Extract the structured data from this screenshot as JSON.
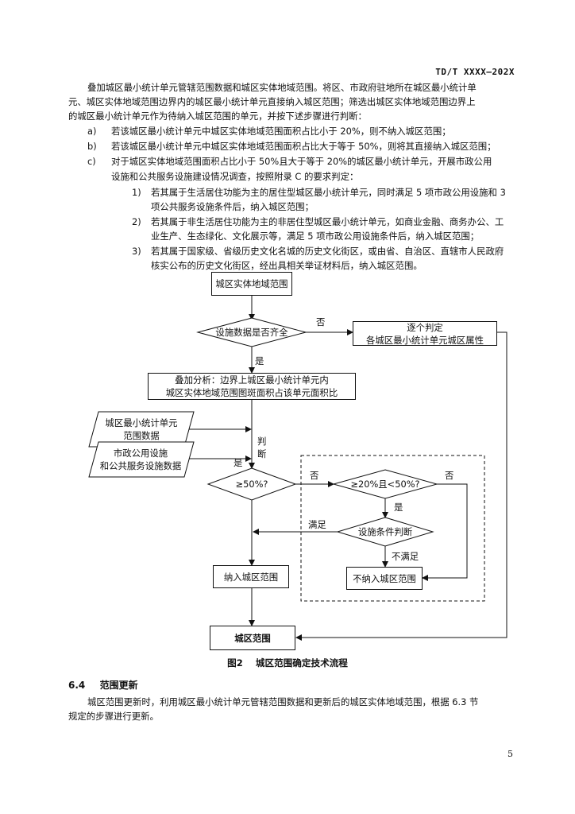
{
  "header": {
    "doc_code": "TD/T XXXX—202X"
  },
  "intro": {
    "lines": [
      "叠加城区最小统计单元管辖范围数据和城区实体地域范围。将区、市政府驻地所在城区最小统计单",
      "元、城区实体地域范围边界内的城区最小统计单元直接纳入城区范围；筛选出城区实体地域范围边界上",
      "的城区最小统计单元作为待纳入城区范围的单元，并按下述步骤进行判断："
    ]
  },
  "list": [
    {
      "label": "a)",
      "lines": [
        "若该城区最小统计单元中城区实体地域范围面积占比小于 20%，则不纳入城区范围；"
      ]
    },
    {
      "label": "b)",
      "lines": [
        "若该城区最小统计单元中城区实体地域范围面积占比大于等于 50%，则将其直接纳入城区范围；"
      ]
    },
    {
      "label": "c)",
      "lines": [
        "对于城区实体地域范围面积占比小于 50%且大于等于 20%的城区最小统计单元，开展市政公用",
        "设施和公共服务设施建设情况调查，按照附录 C 的要求判定："
      ]
    }
  ],
  "sublist": [
    {
      "label": "1)",
      "lines": [
        "若其属于生活居住功能为主的居住型城区最小统计单元，同时满足 5 项市政公用设施和 3",
        "项公共服务设施条件后，纳入城区范围；"
      ]
    },
    {
      "label": "2)",
      "lines": [
        "若其属于非生活居住功能为主的非居住型城区最小统计单元，如商业金融、商务办公、工",
        "业生产、生态绿化、文化展示等，满足 5 项市政公用设施条件后，纳入城区范围；"
      ]
    },
    {
      "label": "3)",
      "lines": [
        "若其属于国家级、省级历史文化名城的历史文化街区，或由省、自治区、直辖市人民政府",
        "核实公布的历史文化街区，经出具相关举证材料后，纳入城区范围。"
      ]
    }
  ],
  "flowchart": {
    "start": "城区实体地域范围",
    "decision_data": "设施数据是否齐全",
    "label_no": "否",
    "label_yes": "是",
    "judge_each": [
      "逐个判定",
      "各城区最小统计单元城区属性"
    ],
    "overlay": [
      "叠加分析：边界上城区最小统计单元内",
      "城区实体地域范围图斑面积占该单元面积比"
    ],
    "input1": [
      "城区最小统计单元",
      "范围数据"
    ],
    "input2": [
      "市政公用设施",
      "和公共服务设施数据"
    ],
    "judge_label": [
      "判",
      "断"
    ],
    "decision_50": "≥50%?",
    "decision_20_50": "≥20%且<50%?",
    "decision_facility": "设施条件判断",
    "label_satisfied": "满足",
    "label_not_satisfied": "不满足",
    "include": "纳入城区范围",
    "exclude": "不纳入城区范围",
    "end": "城区范围"
  },
  "caption": "图2    城区范围确定技术流程",
  "section": {
    "number": "6.4",
    "title": "范围更新"
  },
  "update": {
    "lines": [
      "城区范围更新时，利用城区最小统计单元管辖范围数据和更新后的城区实体地域范围，根据 6.3 节",
      "规定的步骤进行更新。"
    ]
  },
  "page_number": "5"
}
